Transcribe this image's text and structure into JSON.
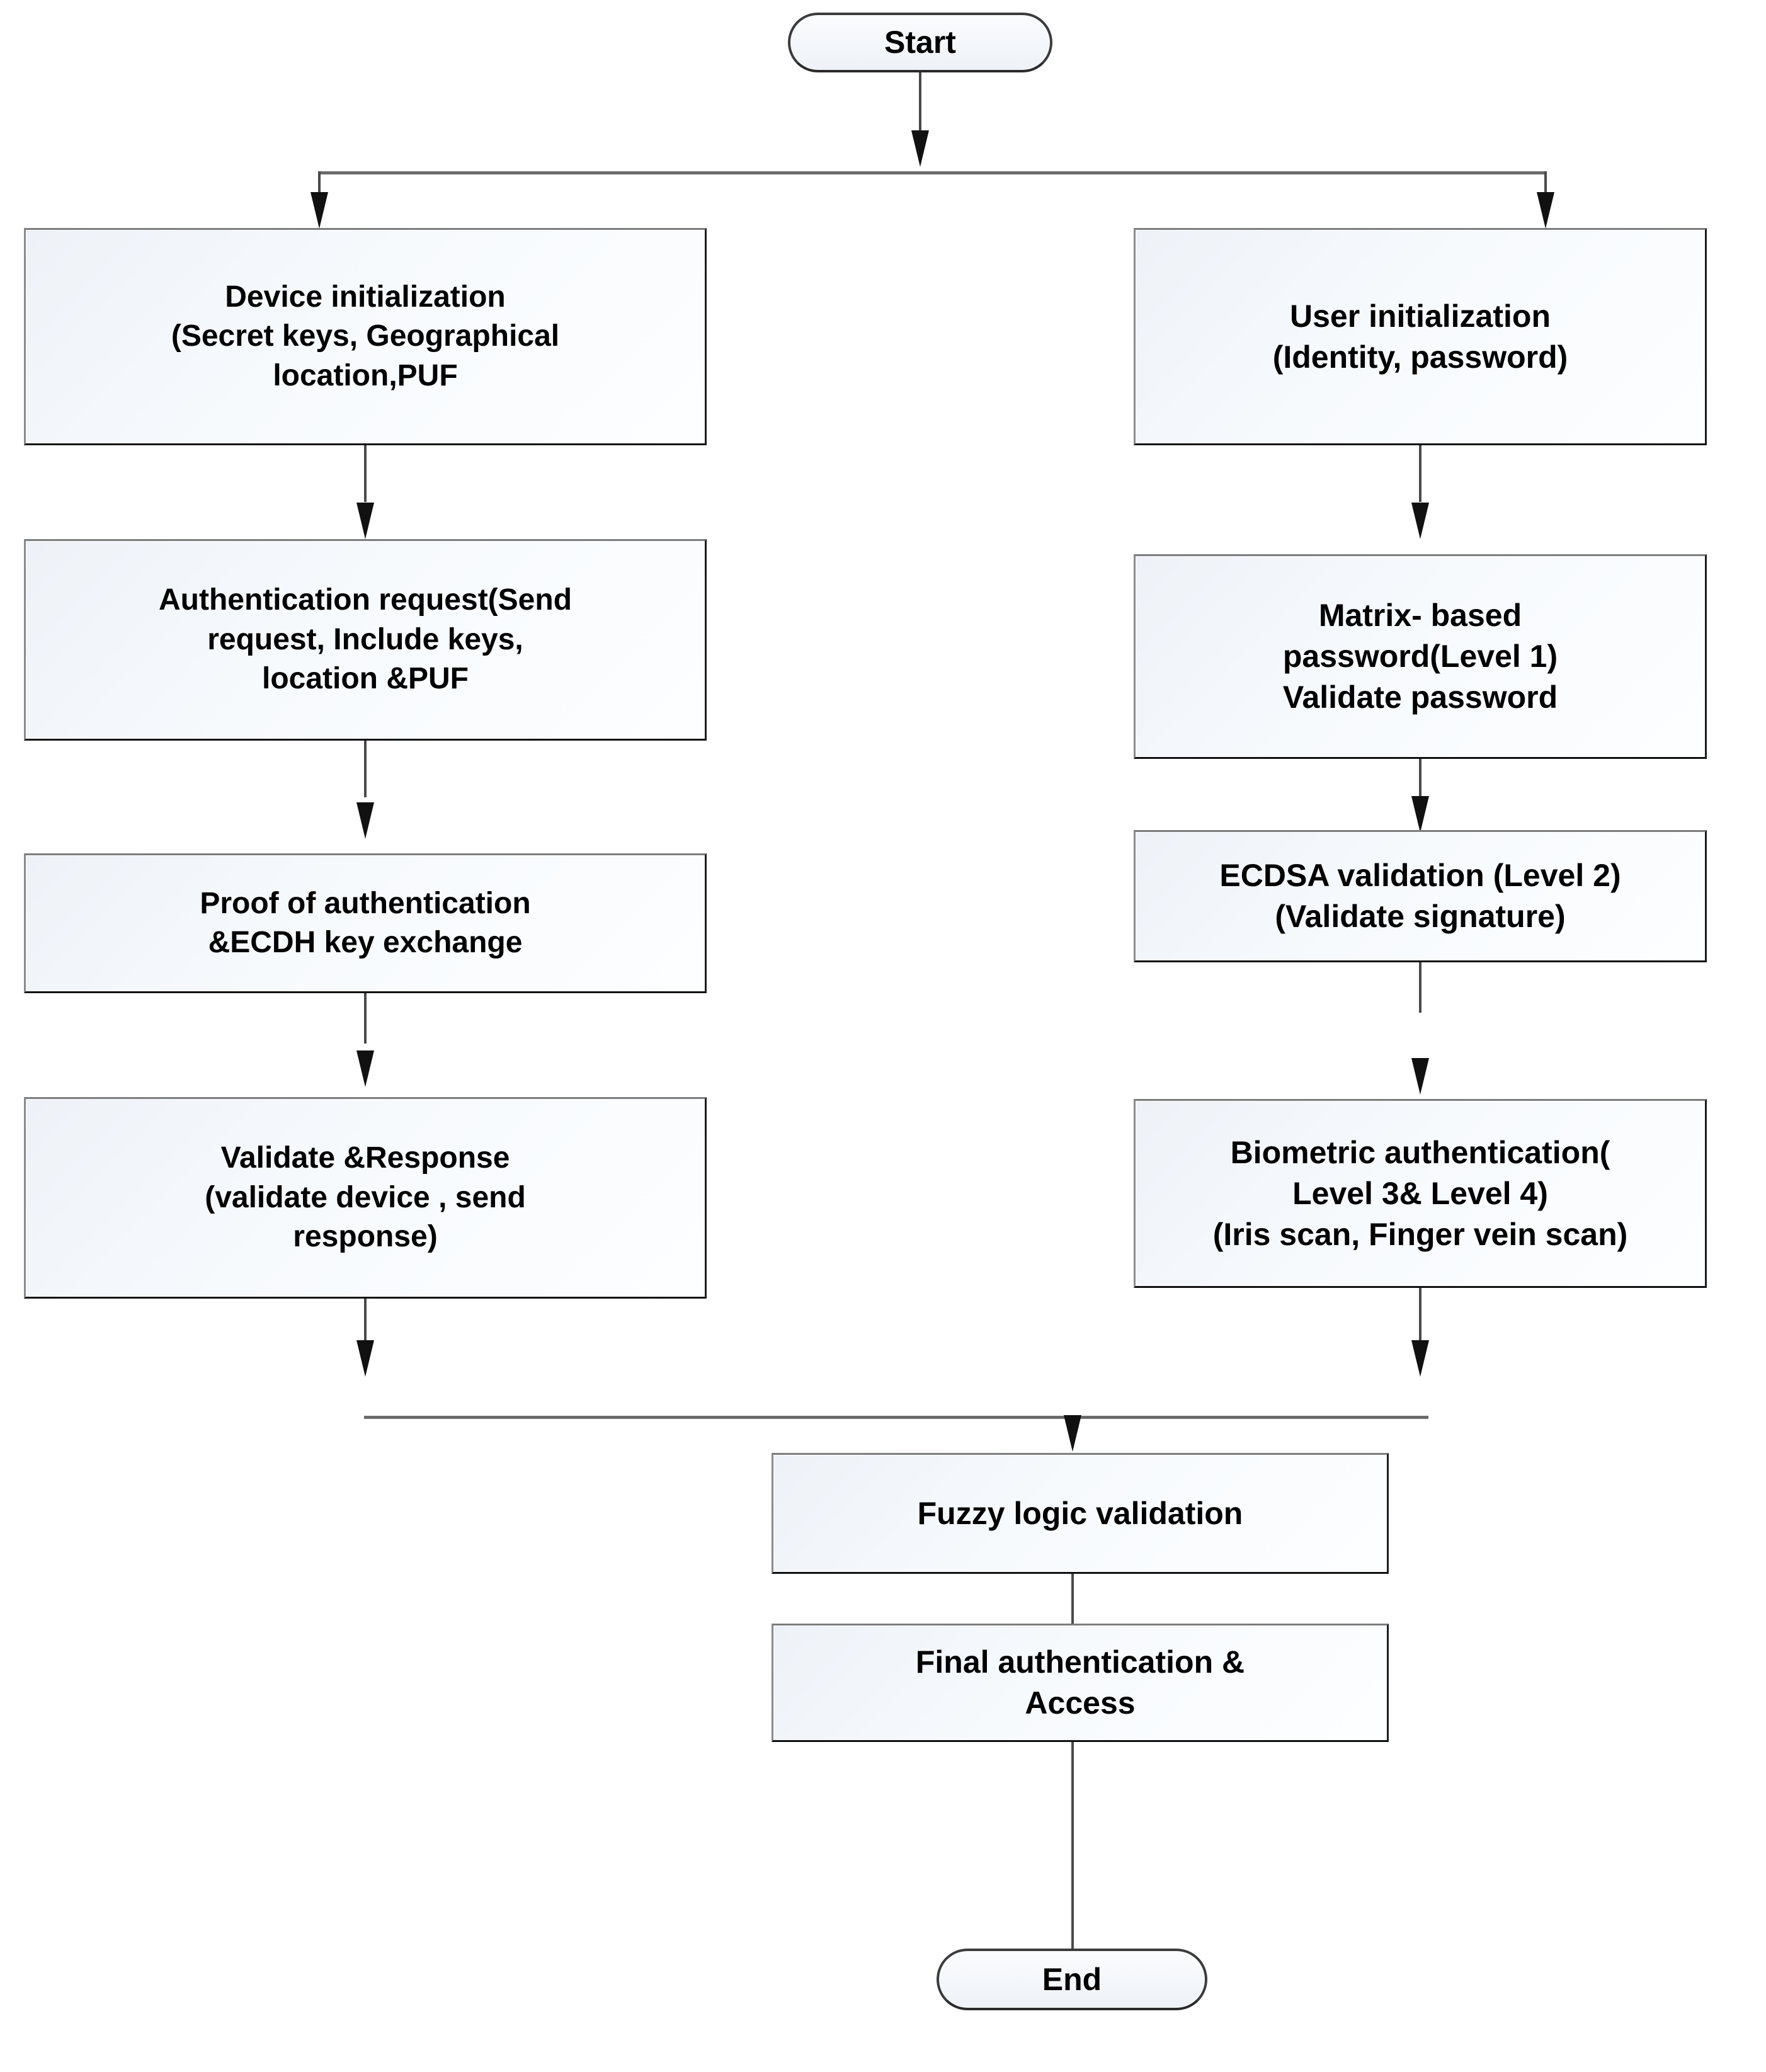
{
  "diagram": {
    "title": "Multi-level authentication flowchart",
    "colors": {
      "node_fill_light": "#f7fafd",
      "node_fill_dark": "#eef2f8",
      "node_border_dark": "#101010",
      "node_border_light": "#8a8a8a",
      "connector": "#6b6b6b",
      "arrow": "#111111",
      "text": "#000000",
      "background": "#ffffff"
    },
    "nodes": {
      "start": {
        "label": "Start",
        "shape": "terminator"
      },
      "end": {
        "label": "End",
        "shape": "terminator"
      },
      "device_init": {
        "label": "Device initialization\n(Secret keys, Geographical\nlocation,PUF",
        "shape": "process"
      },
      "auth_request": {
        "label": "Authentication request(Send\nrequest, Include keys,\nlocation &PUF",
        "shape": "process"
      },
      "proof_auth": {
        "label": "Proof of authentication\n&ECDH key exchange",
        "shape": "process"
      },
      "validate_response": {
        "label": "Validate &Response\n(validate device , send\nresponse)",
        "shape": "process"
      },
      "user_init": {
        "label": "User initialization\n(Identity, password)",
        "shape": "process"
      },
      "matrix_password": {
        "label": "Matrix- based\npassword(Level 1)\nValidate password",
        "shape": "process"
      },
      "ecdsa_validation": {
        "label": "ECDSA validation (Level 2)\n(Validate signature)",
        "shape": "process"
      },
      "biometric_auth": {
        "label": "Biometric authentication(\nLevel 3& Level 4)\n(Iris scan, Finger vein scan)",
        "shape": "process"
      },
      "fuzzy_logic": {
        "label": "Fuzzy logic validation",
        "shape": "process"
      },
      "final_auth": {
        "label": "Final authentication &\nAccess",
        "shape": "process"
      }
    },
    "edges": [
      {
        "from": "start",
        "to": "fork_top",
        "kind": "arrow-down"
      },
      {
        "from": "fork_top",
        "to": "device_init",
        "kind": "arrow-down"
      },
      {
        "from": "fork_top",
        "to": "user_init",
        "kind": "arrow-down"
      },
      {
        "from": "device_init",
        "to": "auth_request",
        "kind": "arrow-down"
      },
      {
        "from": "auth_request",
        "to": "proof_auth",
        "kind": "arrow-down"
      },
      {
        "from": "proof_auth",
        "to": "validate_response",
        "kind": "arrow-down"
      },
      {
        "from": "user_init",
        "to": "matrix_password",
        "kind": "arrow-down"
      },
      {
        "from": "matrix_password",
        "to": "ecdsa_validation",
        "kind": "arrow-down"
      },
      {
        "from": "ecdsa_validation",
        "to": "biometric_auth",
        "kind": "arrow-down"
      },
      {
        "from": "validate_response",
        "to": "merge_bottom",
        "kind": "arrow-down"
      },
      {
        "from": "biometric_auth",
        "to": "merge_bottom",
        "kind": "arrow-down"
      },
      {
        "from": "merge_bottom",
        "to": "fuzzy_logic",
        "kind": "arrow-down"
      },
      {
        "from": "fuzzy_logic",
        "to": "final_auth",
        "kind": "line"
      },
      {
        "from": "final_auth",
        "to": "end",
        "kind": "line"
      }
    ]
  }
}
